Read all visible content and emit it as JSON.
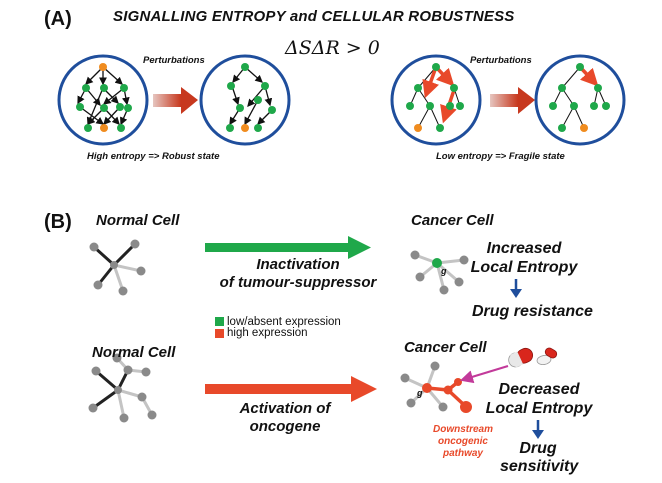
{
  "panel_a": {
    "label": "(A)",
    "title": "SIGNALLING ENTROPY and CELLULAR ROBUSTNESS",
    "formula": "ΔSΔR > 0",
    "left": {
      "perturbations": "Perturbations",
      "caption": "High entropy  => Robust state"
    },
    "right": {
      "perturbations": "Perturbations",
      "caption": "Low entropy  => Fragile state"
    }
  },
  "panel_b": {
    "label": "(B)",
    "top": {
      "normal_cell": "Normal Cell",
      "arrow_label_line1": "Inactivation",
      "arrow_label_line2": "of tumour-suppressor",
      "cancer_cell": "Cancer Cell",
      "node_label": "g",
      "effect_line1": "Increased",
      "effect_line2": "Local Entropy",
      "outcome": "Drug resistance"
    },
    "legend": [
      {
        "label": "low/absent expression",
        "color": "#1fa84a"
      },
      {
        "label": "high expression",
        "color": "#e8492a"
      }
    ],
    "bottom": {
      "normal_cell": "Normal Cell",
      "arrow_label_line1": "Activation of",
      "arrow_label_line2": "oncogene",
      "cancer_cell": "Cancer Cell",
      "node_label": "g",
      "effect_line1": "Decreased",
      "effect_line2": "Local Entropy",
      "pathway_line1": "Downstream",
      "pathway_line2": "oncogenic",
      "pathway_line3": "pathway",
      "outcome_line1": "Drug",
      "outcome_line2": "sensitivity"
    }
  },
  "colors": {
    "green": "#1fa84a",
    "orange": "#f08c1f",
    "red": "#e8492a",
    "blue": "#1f4e9c",
    "grey": "#8a8a8a",
    "light_grey": "#c4c4c4",
    "magenta": "#c23a9a"
  },
  "icons": [
    "gradient-arrow-icon",
    "drug-capsule-icon",
    "down-arrow-icon"
  ]
}
